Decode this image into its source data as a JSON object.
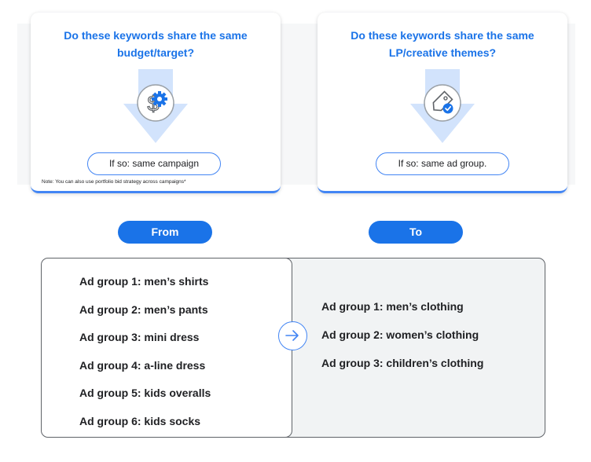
{
  "cards": {
    "left": {
      "title": "Do these keywords share the same budget/target?",
      "pill": "If so: same campaign",
      "note": "Note: You can also use portfolio bid strategy across campaigns*",
      "icon": "dollar-gear-icon"
    },
    "right": {
      "title": "Do these keywords share the same LP/creative themes?",
      "pill": "If so: same ad group.",
      "icon": "tag-check-icon"
    }
  },
  "labels": {
    "from": "From",
    "to": "To"
  },
  "from_groups": [
    "Ad group 1: men’s shirts",
    "Ad group 2: men’s pants",
    "Ad group 3: mini dress",
    "Ad group 4: a-line dress",
    "Ad group 5: kids overalls",
    "Ad group 6: kids socks"
  ],
  "to_groups": [
    "Ad group 1: men’s clothing",
    "Ad group 2: women’s clothing",
    "Ad group 3: children’s clothing"
  ],
  "colors": {
    "accent": "#1a73e8",
    "arrow": "#d2e3fc",
    "border": "#5f6368",
    "panel_bg": "#f1f3f4"
  }
}
